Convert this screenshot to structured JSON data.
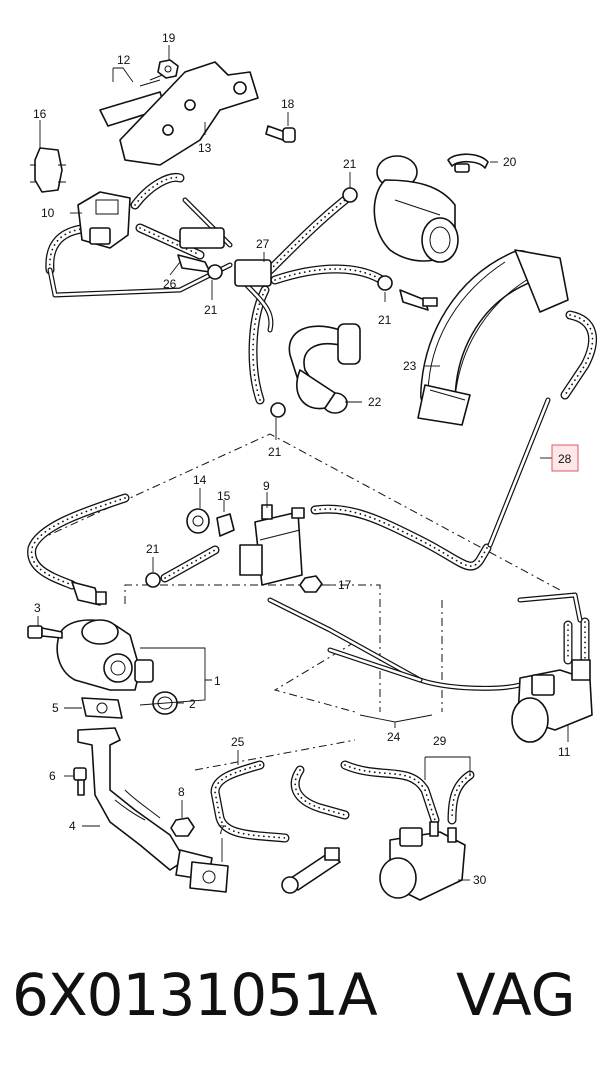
{
  "labels": {
    "l1": "1",
    "l2": "2",
    "l3": "3",
    "l4": "4",
    "l5": "5",
    "l6": "6",
    "l7": "7",
    "l8": "8",
    "l9": "9",
    "l10": "10",
    "l11": "11",
    "l12": "12",
    "l13": "13",
    "l14": "14",
    "l15": "15",
    "l16": "16",
    "l17": "17",
    "l18": "18",
    "l19": "19",
    "l20": "20",
    "l21a": "21",
    "l21b": "21",
    "l21c": "21",
    "l21d": "21",
    "l21e": "21",
    "l22": "22",
    "l23": "23",
    "l24": "24",
    "l25": "25",
    "l26": "26",
    "l27": "27",
    "l28": "28",
    "l29": "29",
    "l30": "30"
  },
  "highlight": {
    "part": "28",
    "color": "#e05a6a",
    "fill": "#fde7e9"
  },
  "footer": {
    "part_number": "6X0131051A",
    "brand": "VAG"
  }
}
